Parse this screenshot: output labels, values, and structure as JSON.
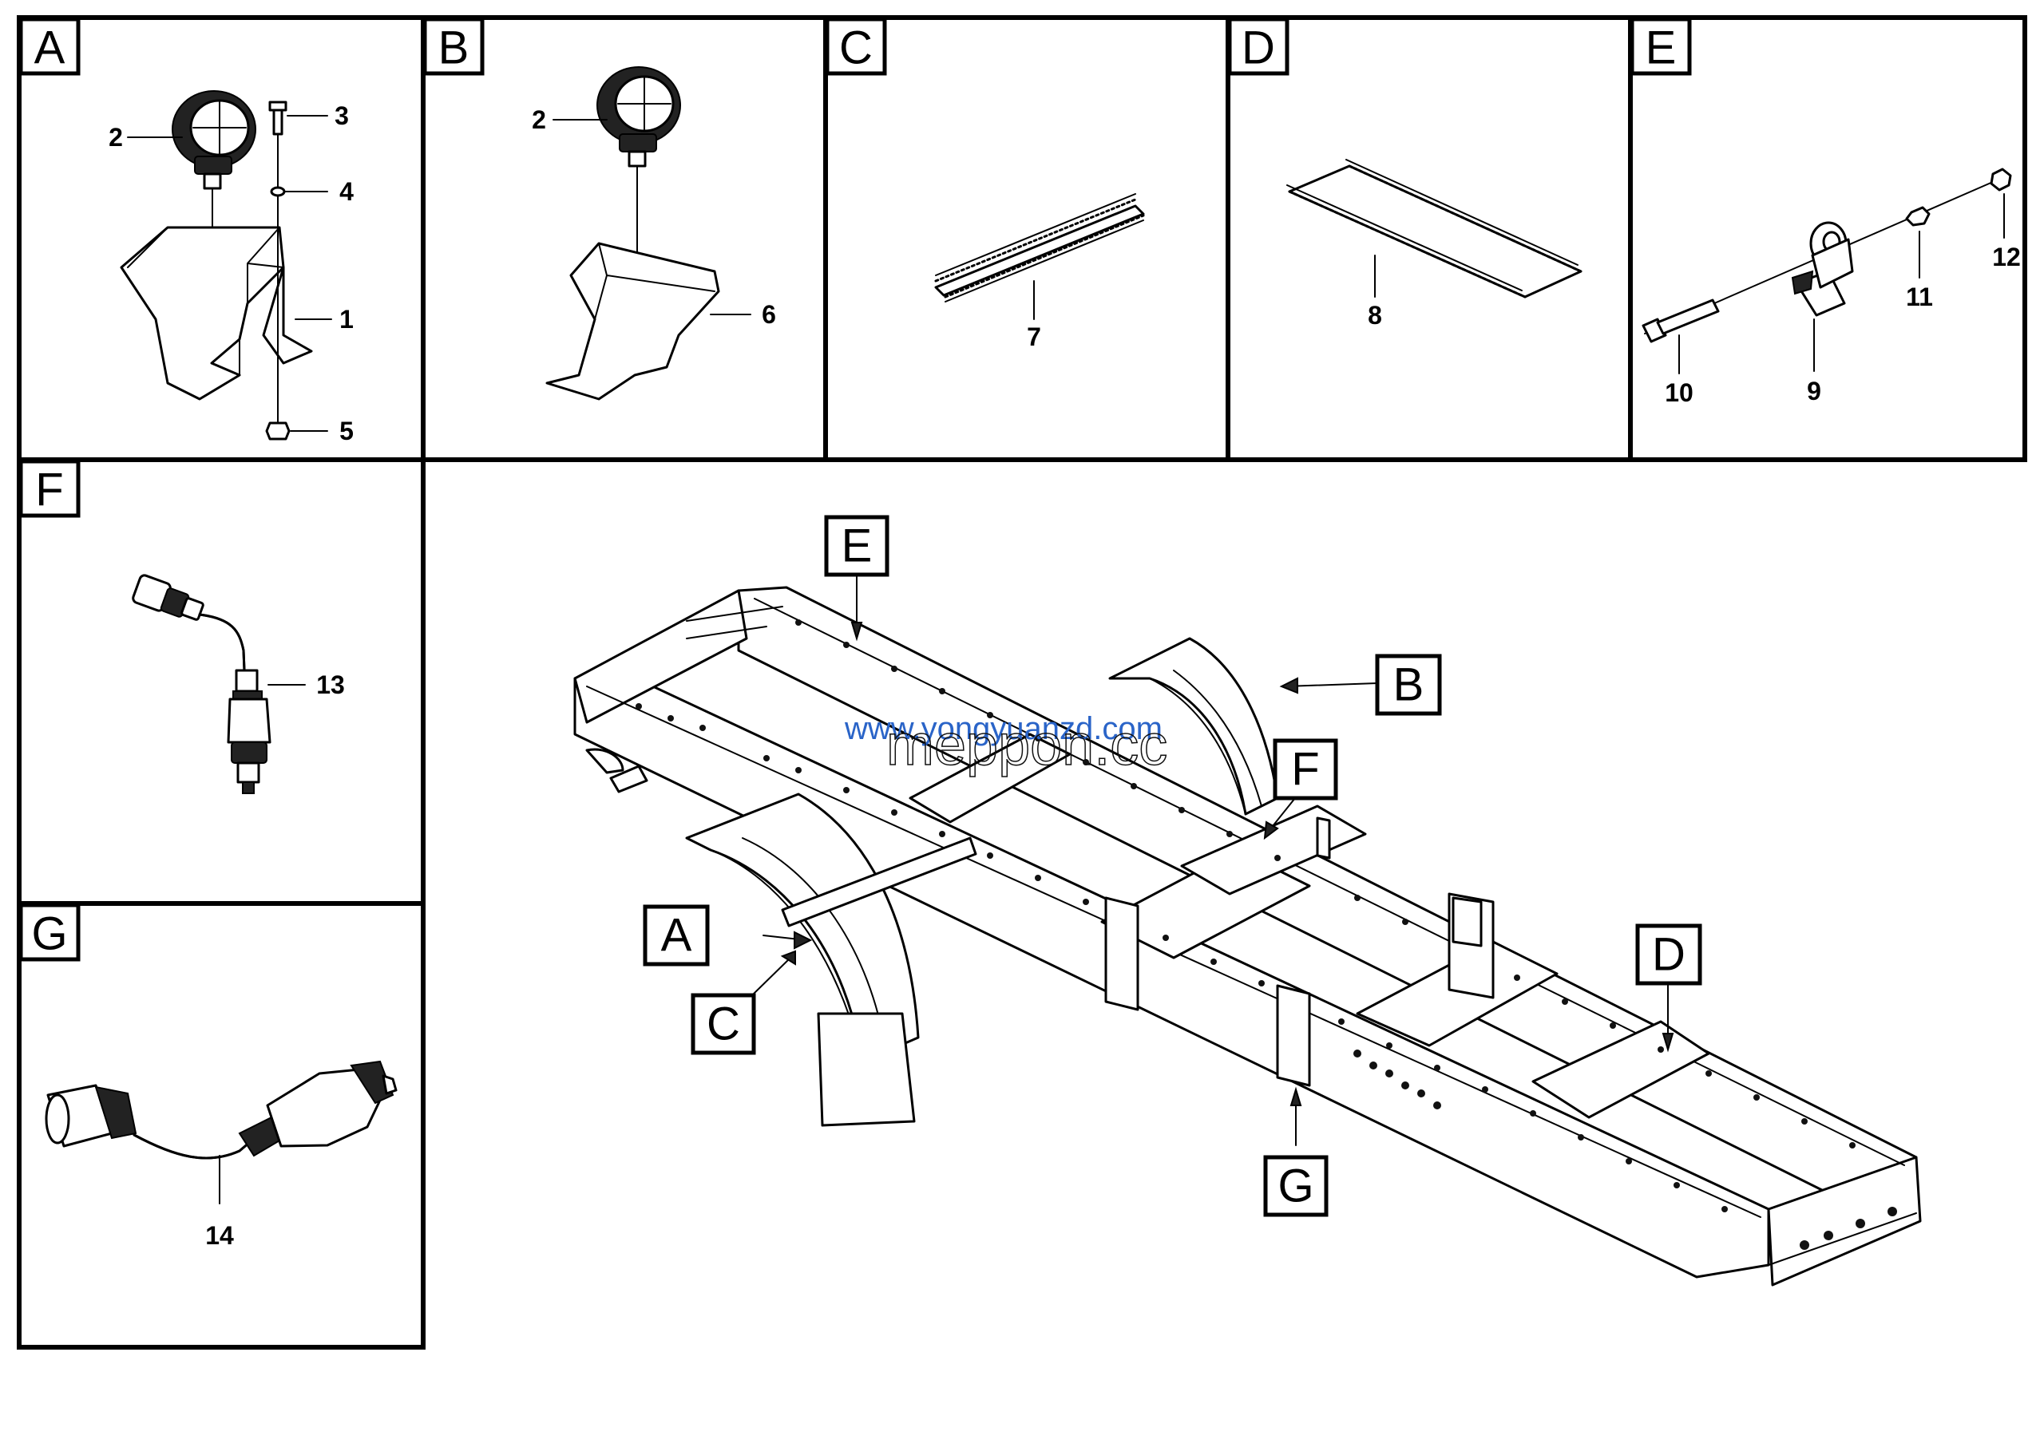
{
  "panels": {
    "A": {
      "tag": "A",
      "callouts": [
        "2",
        "3",
        "4",
        "1",
        "5"
      ]
    },
    "B": {
      "tag": "B",
      "callouts": [
        "2",
        "6"
      ]
    },
    "C": {
      "tag": "C",
      "callouts": [
        "7"
      ]
    },
    "D": {
      "tag": "D",
      "callouts": [
        "8"
      ]
    },
    "E": {
      "tag": "E",
      "callouts": [
        "12",
        "11",
        "10",
        "9"
      ]
    },
    "F": {
      "tag": "F",
      "callouts": [
        "13"
      ]
    },
    "G": {
      "tag": "G",
      "callouts": [
        "14"
      ]
    }
  },
  "main_callouts": [
    "E",
    "B",
    "F",
    "A",
    "C",
    "D",
    "G"
  ],
  "watermark": {
    "line1": "www.yongyuanzd.com",
    "line2": "meppon.cc"
  },
  "colors": {
    "line": "#000000",
    "background": "#ffffff",
    "watermark": "#2a64c8"
  }
}
